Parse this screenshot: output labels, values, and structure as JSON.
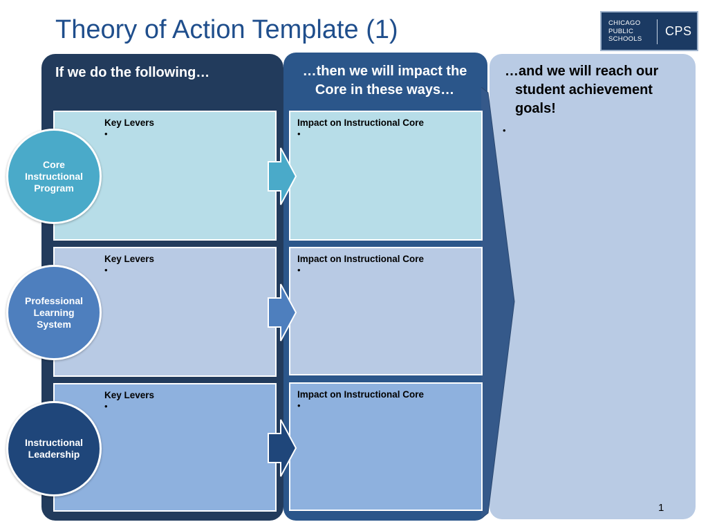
{
  "slide": {
    "title": "Theory of Action Template (1)",
    "page_number": "1"
  },
  "logo": {
    "lines": [
      "CHICAGO",
      "PUBLIC",
      "SCHOOLS"
    ],
    "abbr": "CPS",
    "color": "#1b3a63"
  },
  "columns": {
    "left_header": "If we do the following…",
    "mid_header": "…then we will impact the Core in these ways…",
    "right_header_lines": [
      "…and we will reach our",
      "student achievement",
      "goals!"
    ],
    "right_bullet": "•"
  },
  "rows": [
    {
      "circle_label": "Core Instructional Program",
      "circle_color": "#4aaac9",
      "box_color": "#b7dde8",
      "arrow_color": "#4aaac9",
      "left_label": "Key Levers",
      "left_bullet": "•",
      "right_label": "Impact on Instructional Core",
      "right_bullet": "•"
    },
    {
      "circle_label": "Professional Learning System",
      "circle_color": "#4e7fbe",
      "box_color": "#b8cae4",
      "arrow_color": "#4e7fbe",
      "left_label": "Key Levers",
      "left_bullet": "•",
      "right_label": "Impact on Instructional Core",
      "right_bullet": "•"
    },
    {
      "circle_label": "Instructional Leadership",
      "circle_color": "#1f467a",
      "box_color": "#8eb1de",
      "arrow_color": "#1f467a",
      "left_label": "Key Levers",
      "left_bullet": "•",
      "right_label": "Impact on Instructional Core",
      "right_bullet": "•"
    }
  ]
}
